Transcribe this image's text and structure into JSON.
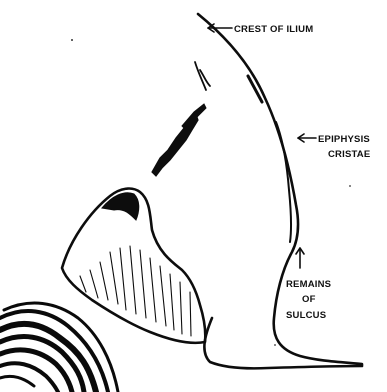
{
  "figure": {
    "labels": {
      "crest": "CREST OF ILIUM",
      "epiphysis_1": "EPIPHYSIS",
      "epiphysis_2": "CRISTAE",
      "remains_1": "REMAINS",
      "remains_2": "OF",
      "remains_3": "SULCUS"
    },
    "colors": {
      "ink": "#0d0d0d",
      "background": "#ffffff"
    }
  }
}
